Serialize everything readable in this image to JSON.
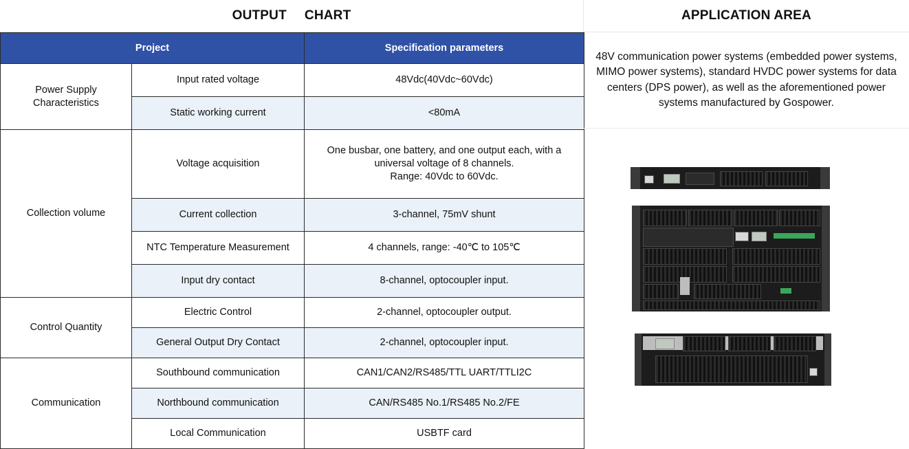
{
  "output_chart": {
    "title_word1": "OUTPUT",
    "title_word2": "CHART",
    "columns": {
      "project": "Project",
      "spec": "Specification parameters"
    },
    "groups": {
      "power": "Power Supply Characteristics",
      "collection": "Collection volume",
      "control": "Control Quantity",
      "communication": "Communication"
    },
    "rows": [
      {
        "item": "Input rated voltage",
        "value": "48Vdc(40Vdc~60Vdc)"
      },
      {
        "item": "Static working current",
        "value": "<80mA"
      },
      {
        "item": "Voltage acquisition",
        "value_line1": "One busbar, one battery, and one output each, with a",
        "value_line2": "universal voltage of 8 channels.",
        "value_line3": "Range: 40Vdc to 60Vdc."
      },
      {
        "item": "Current collection",
        "value": "3-channel, 75mV shunt"
      },
      {
        "item": "NTC Temperature Measurement",
        "value": "4 channels, range: -40℃ to 105℃"
      },
      {
        "item": "Input dry contact",
        "value": "8-channel, optocoupler input."
      },
      {
        "item": "Electric Control",
        "value": "2-channel, optocoupler output."
      },
      {
        "item": "General Output Dry Contact",
        "value": "2-channel, optocoupler input."
      },
      {
        "item": "Southbound communication",
        "value": "CAN1/CAN2/RS485/TTL UART/TTLI2C"
      },
      {
        "item": "Northbound communication",
        "value": "CAN/RS485 No.1/RS485 No.2/FE"
      },
      {
        "item": "Local Communication",
        "value": "USBTF card"
      }
    ]
  },
  "application_area": {
    "title": "APPLICATION AREA",
    "description": "48V communication power systems (embedded power systems, MIMO power systems), standard HVDC power systems for data centers (DPS power), as well as the aforementioned power systems manufactured by Gospower."
  },
  "colors": {
    "header_blue": "#2f52a6",
    "row_alt": "#eaf1f8"
  }
}
